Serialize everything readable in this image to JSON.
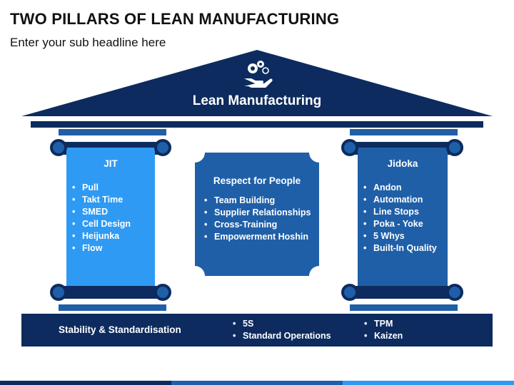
{
  "title": "TWO PILLARS OF LEAN MANUFACTURING",
  "subtitle": "Enter your sub headline here",
  "roof": {
    "label": "Lean Manufacturing",
    "icon": "gears-hand-icon"
  },
  "pillars": [
    {
      "heading": "JIT",
      "items": [
        "Pull",
        "Takt Time",
        "SMED",
        "Cell Design",
        "Heijunka",
        "Flow"
      ]
    },
    {
      "heading": "Respect for People",
      "items": [
        "Team Building",
        "Supplier Relationships",
        "Cross-Training",
        "Empowerment Hoshin"
      ]
    },
    {
      "heading": "Jidoka",
      "items": [
        "Andon",
        "Automation",
        "Line Stops",
        "Poka - Yoke",
        "5 Whys",
        "Built-In Quality"
      ]
    }
  ],
  "base": {
    "label": "Stability & Standardisation",
    "group1": [
      "5S",
      "Standard Operations"
    ],
    "group2": [
      "TPM",
      "Kaizen"
    ]
  },
  "colors": {
    "navy": "#0d2b5e",
    "mid_blue": "#1f5fa8",
    "light_blue": "#2f9af3",
    "ring": "#2a7ad8"
  }
}
